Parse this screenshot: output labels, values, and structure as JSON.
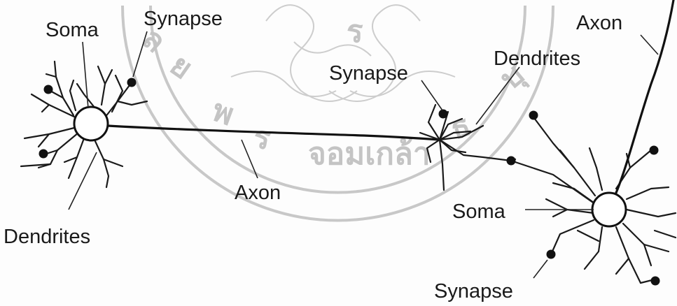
{
  "labels": {
    "soma_left": "Soma",
    "synapse_top_left": "Synapse",
    "dendrites_left": "Dendrites",
    "axon_center": "Axon",
    "synapse_center": "Synapse",
    "dendrites_center": "Dendrites",
    "axon_top_right": "Axon",
    "soma_right": "Soma",
    "synapse_bottom": "Synapse"
  },
  "watermark": {
    "seal_text": "มหาวิทยาลัยเทคโนโลยีพระจอมเกล้าธนบุรี"
  },
  "colors": {
    "ink": "#1a1a1a",
    "watermark": "#c8c8c8",
    "background": "#fdfdfd"
  }
}
